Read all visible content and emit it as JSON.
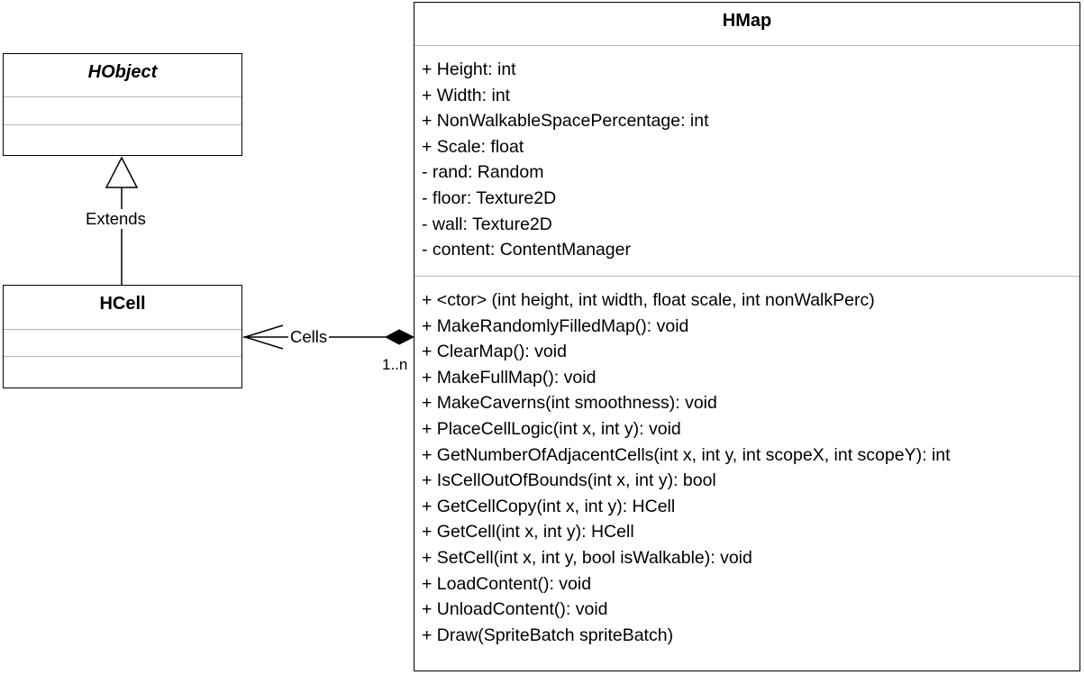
{
  "classes": {
    "hobject": {
      "name": "HObject"
    },
    "hcell": {
      "name": "HCell"
    },
    "hmap": {
      "name": "HMap",
      "attributes": [
        "+ Height: int",
        "+ Width: int",
        "+ NonWalkableSpacePercentage: int",
        "+ Scale: float",
        "- rand: Random",
        "- floor: Texture2D",
        "- wall: Texture2D",
        "- content: ContentManager"
      ],
      "operations": [
        "+ <ctor> (int height, int width, float scale, int nonWalkPerc)",
        "+ MakeRandomlyFilledMap(): void",
        "+ ClearMap(): void",
        "+ MakeFullMap(): void",
        "+ MakeCaverns(int smoothness): void",
        "+ PlaceCellLogic(int x, int y): void",
        "+ GetNumberOfAdjacentCells(int x, int y, int scopeX, int scopeY): int",
        "+ IsCellOutOfBounds(int x, int y): bool",
        "+ GetCellCopy(int x, int y): HCell",
        "+ GetCell(int x, int y): HCell",
        "+ SetCell(int x, int y, bool isWalkable): void",
        "+ LoadContent(): void",
        "+ UnloadContent(): void",
        "+ Draw(SpriteBatch spriteBatch)"
      ]
    }
  },
  "relations": {
    "generalization": {
      "label": "Extends"
    },
    "composition": {
      "label": "Cells",
      "multiplicity": "1..n"
    }
  }
}
